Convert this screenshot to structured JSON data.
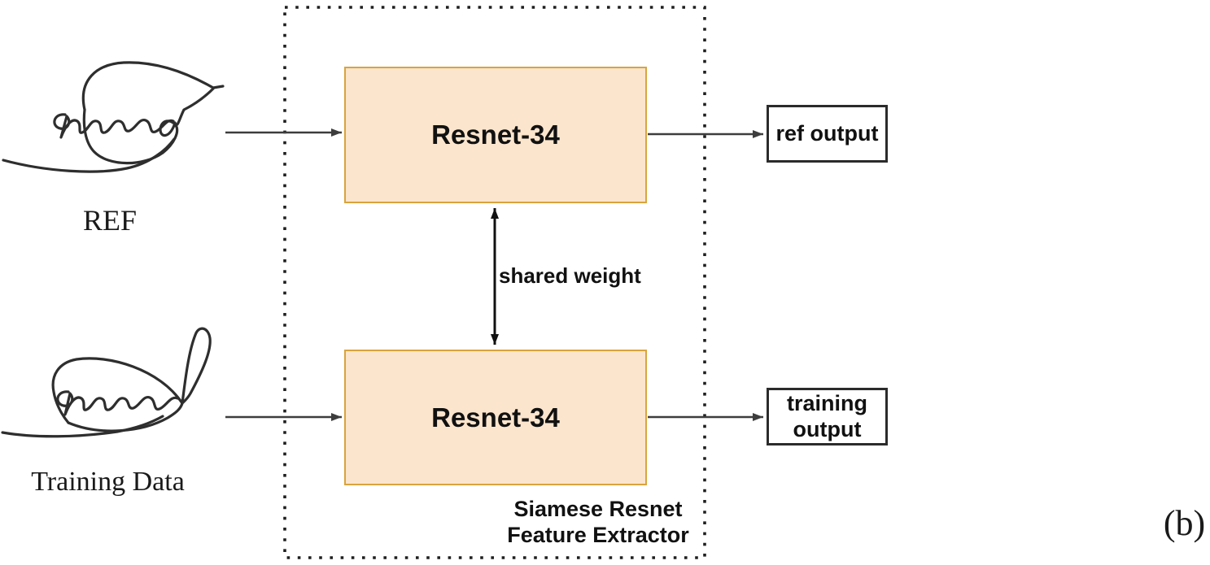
{
  "figure": {
    "caption": "(b)"
  },
  "inputs": {
    "ref_label": "REF",
    "training_label": "Training Data",
    "ref_signature": "handwritten-signature",
    "training_signature": "handwritten-signature"
  },
  "extractor": {
    "block_top_label": "Resnet-34",
    "block_bottom_label": "Resnet-34",
    "shared_weight_label": "shared weight",
    "caption_line1": "Siamese Resnet",
    "caption_line2": "Feature Extractor"
  },
  "outputs": {
    "ref_label": "ref output",
    "training_label": "training output"
  },
  "colors": {
    "block_fill": "#FCE5CD",
    "block_border": "#D9A43D",
    "output_border": "#2b2b2b",
    "arrow": "#3d3d3d",
    "double_arrow": "#111111",
    "dotted_outline": "#1f1f1f",
    "signature_stroke": "#2e2e2e"
  }
}
